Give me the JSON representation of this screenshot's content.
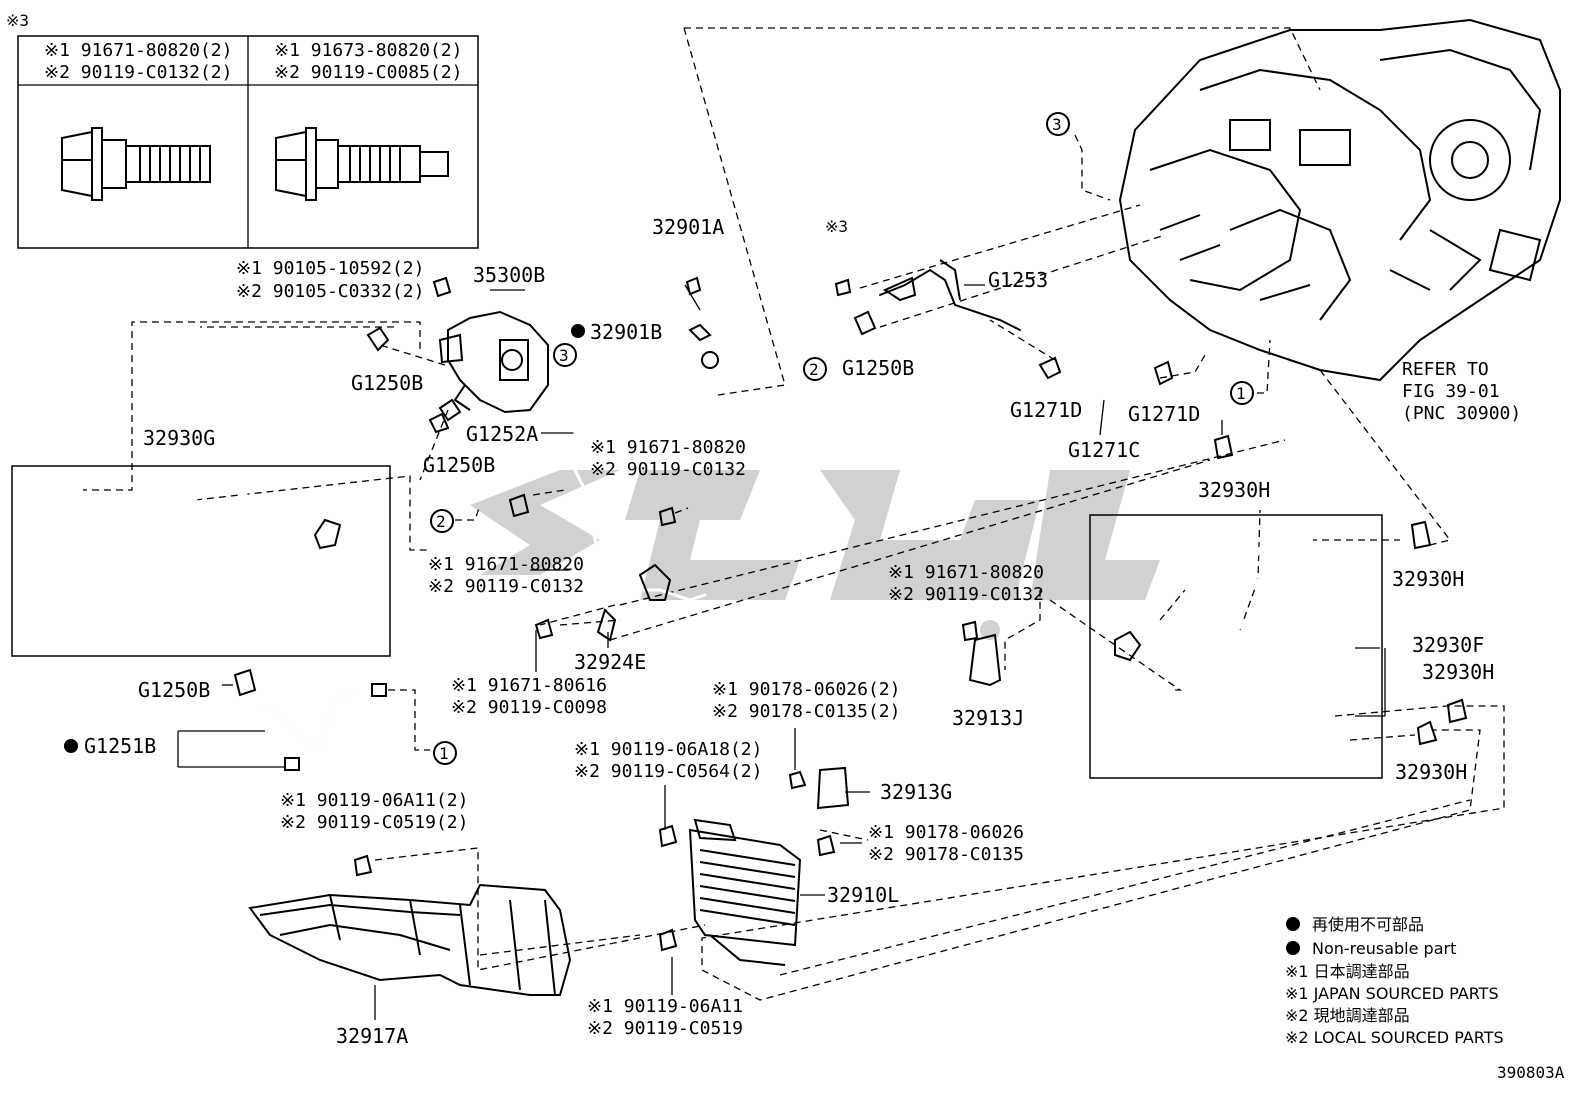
{
  "diagram_code": "390803A",
  "note_symbol": "※3",
  "fastener_table": {
    "col1": {
      "line1": "※1 91671-80820(2)",
      "line2": "※2 90119-C0132(2)"
    },
    "col2": {
      "line1": "※1 91673-80820(2)",
      "line2": "※2 90119-C0085(2)"
    }
  },
  "labels": {
    "p32901A": "32901A",
    "p32901B": "32901B",
    "p35300B": "35300B",
    "bolt35300_1": "※1 90105-10592(2)",
    "bolt35300_2": "※2 90105-C0332(2)",
    "g1250b_a": "G1250B",
    "g1250b_b": "G1250B",
    "g1250b_c": "G1250B",
    "g1250b_d": "G1250B",
    "g1252a": "G1252A",
    "p32930g": "32930G",
    "g1251b": "G1251B",
    "b1_1": "※1 91671-80820",
    "b1_2": "※2 90119-C0132",
    "b2_1": "※1 91671-80820",
    "b2_2": "※2 90119-C0132",
    "b3_1": "※1 91671-80616",
    "b3_2": "※2 90119-C0098",
    "p32924e": "32924E",
    "note3_small": "※3",
    "g1253": "G1253",
    "g1271d_a": "G1271D",
    "g1271d_b": "G1271D",
    "g1271c": "G1271C",
    "refer1": "REFER TO",
    "refer2": "FIG 39-01",
    "refer3": "(PNC 30900)",
    "p32930h_a": "32930H",
    "p32930h_b": "32930H",
    "p32930h_c": "32930H",
    "p32930h_d": "32930H",
    "p32930f": "32930F",
    "b4_1": "※1 91671-80820",
    "b4_2": "※2 90119-C0132",
    "p32913j": "32913J",
    "n1_1": "※1  90178-06026(2)",
    "n1_2": "※2  90178-C0135(2)",
    "p32913g": "32913G",
    "b5_1": "※1 90119-06A18(2)",
    "b5_2": "※2 90119-C0564(2)",
    "n2_1": "※1 90178-06026",
    "n2_2": "※2 90178-C0135",
    "p32910l": "32910L",
    "b6_1": "※1 90119-06A11(2)",
    "b6_2": "※2 90119-C0519(2)",
    "b7_1": "※1 90119-06A11",
    "b7_2": "※2 90119-C0519",
    "p32917a": "32917A",
    "c1": "1",
    "c2": "2",
    "c3": "3"
  },
  "legend": {
    "l1": "再使用不可部品",
    "l2": "Non-reusable part",
    "l3": "※1 日本調達部品",
    "l4": "※1 JAPAN SOURCED PARTS",
    "l5": "※2 現地調達部品",
    "l6": "※2 LOCAL SOURCED PARTS"
  }
}
